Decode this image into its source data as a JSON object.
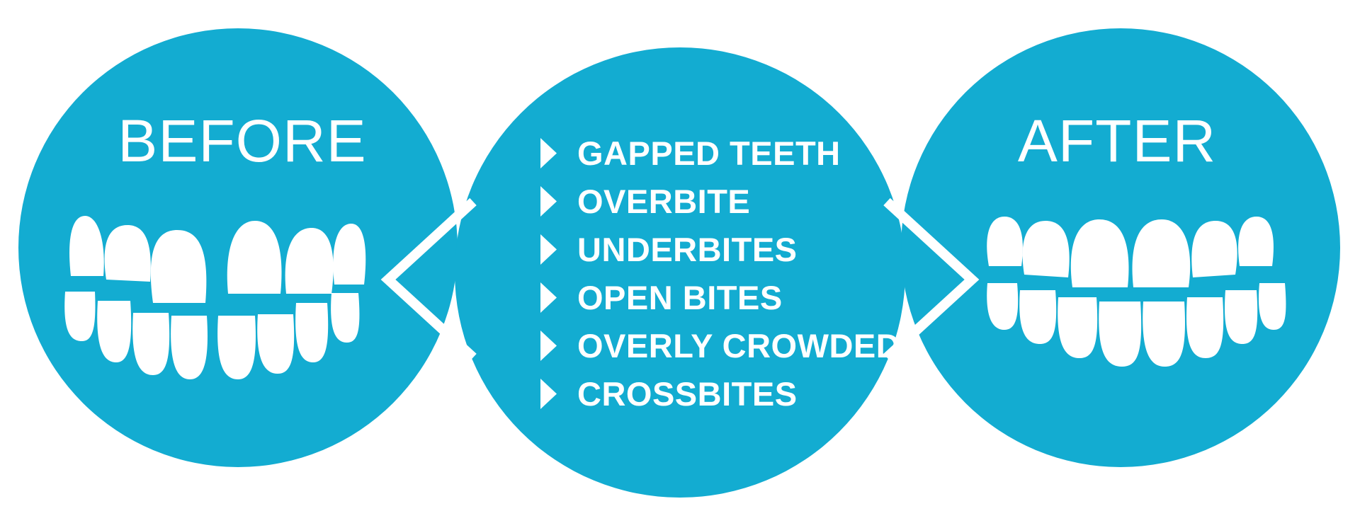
{
  "colors": {
    "circle": "#13acd1",
    "foreground": "#ffffff",
    "background": "#ffffff"
  },
  "before": {
    "title": "BEFORE",
    "illustration": "misaligned-teeth-icon"
  },
  "after": {
    "title": "AFTER",
    "illustration": "aligned-teeth-icon"
  },
  "conditions": {
    "bullet_icon": "triangle-bullet-icon",
    "items": [
      "GAPPED TEETH",
      "OVERBITE",
      "UNDERBITES",
      "OPEN BITES",
      "OVERLY CROWDED",
      "CROSSBITES"
    ]
  }
}
